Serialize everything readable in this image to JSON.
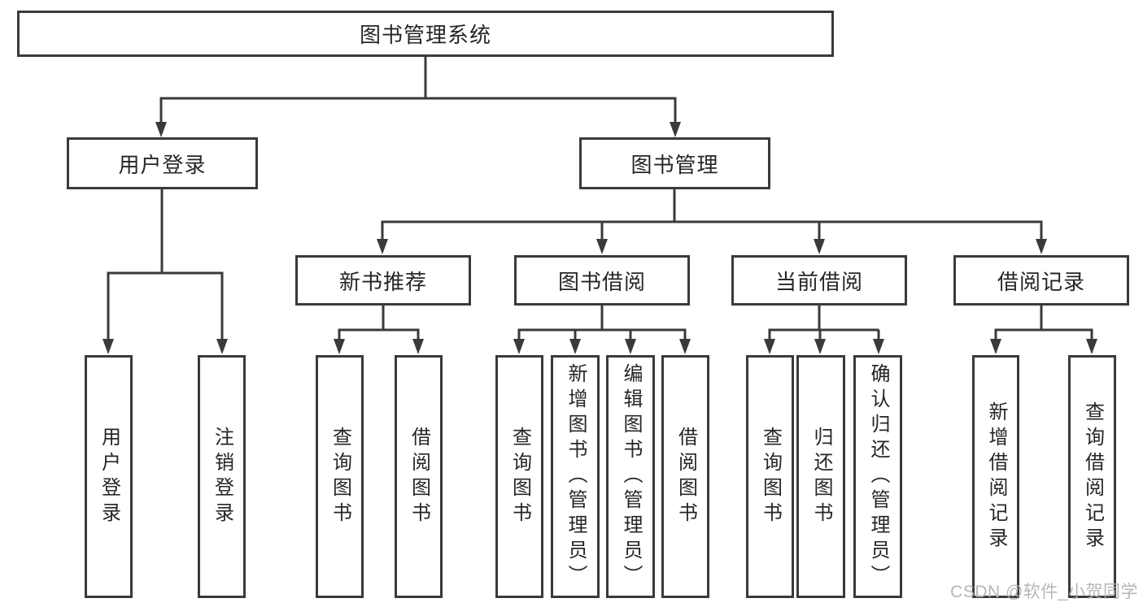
{
  "diagram": {
    "type": "hierarchy-tree",
    "title": "图书管理系统",
    "hierarchy": {
      "图书管理系统": {
        "用户登录": [
          "用户登录",
          "注销登录"
        ],
        "图书管理": {
          "新书推荐": [
            "查询图书",
            "借阅图书"
          ],
          "图书借阅": [
            "查询图书",
            "新增图书（管理员）",
            "编辑图书（管理员）",
            "借阅图书"
          ],
          "当前借阅": [
            "查询图书",
            "归还图书",
            "确认归还（管理员）"
          ],
          "借阅记录": [
            "新增借阅记录",
            "查询借阅记录"
          ]
        }
      }
    }
  },
  "nodes": {
    "root": {
      "label": "图书管理系统"
    },
    "user_login": {
      "label": "用户登录"
    },
    "book_mgmt": {
      "label": "图书管理"
    },
    "new_book_rec": {
      "label": "新书推荐"
    },
    "book_borrow": {
      "label": "图书借阅"
    },
    "current_borrow": {
      "label": "当前借阅"
    },
    "borrow_record": {
      "label": "借阅记录"
    },
    "leaf_user_login": {
      "label": "用户登录"
    },
    "leaf_logout": {
      "label": "注销登录"
    },
    "leaf_query_book_1": {
      "label": "查询图书"
    },
    "leaf_borrow_book_1": {
      "label": "借阅图书"
    },
    "leaf_query_book_2": {
      "label": "查询图书"
    },
    "leaf_add_book": {
      "label": "新增图书（管理员）"
    },
    "leaf_edit_book": {
      "label": "编辑图书（管理员）"
    },
    "leaf_borrow_book_2": {
      "label": "借阅图书"
    },
    "leaf_query_book_3": {
      "label": "查询图书"
    },
    "leaf_return_book": {
      "label": "归还图书"
    },
    "leaf_confirm_return": {
      "label": "确认归还（管理员）"
    },
    "leaf_add_record": {
      "label": "新增借阅记录"
    },
    "leaf_query_record": {
      "label": "查询借阅记录"
    }
  },
  "watermark": {
    "text": "CSDN @软件_小贺同学"
  },
  "colors": {
    "line": "#3a3a3a",
    "box_border": "#3a3a3a",
    "text": "#262626",
    "background": "#ffffff",
    "watermark": "#b2b2b2"
  }
}
